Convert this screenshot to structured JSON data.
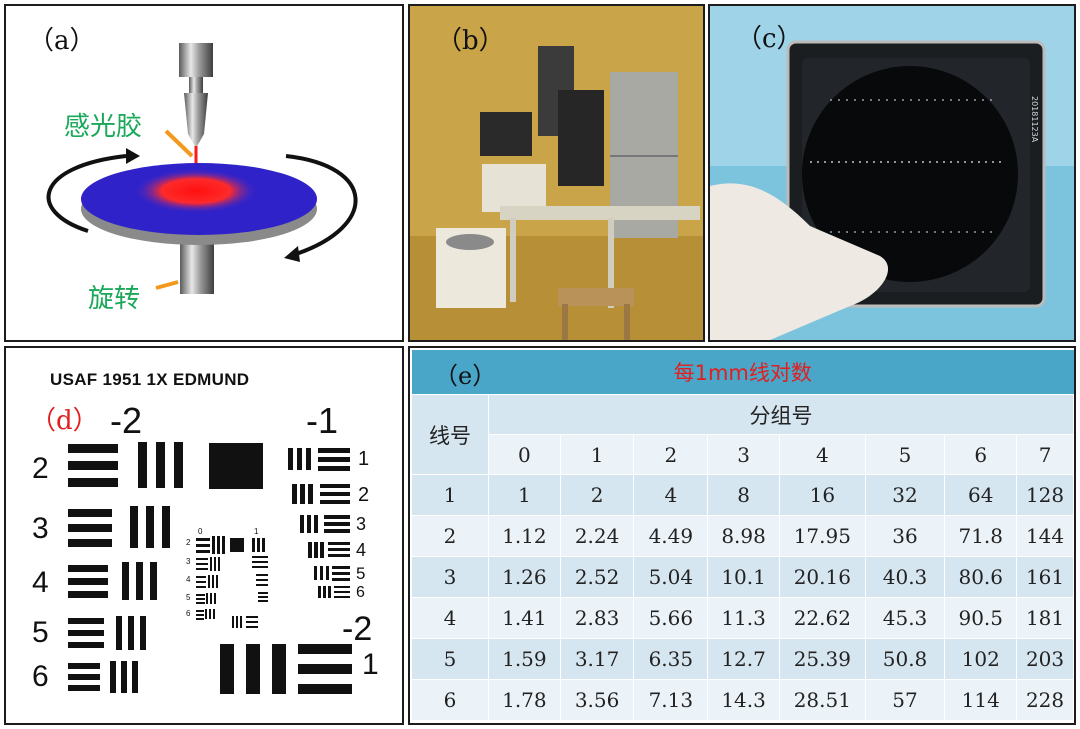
{
  "panels": {
    "a": {
      "label": "（a）",
      "photoresist": "感光胶",
      "rotation": "旋转"
    },
    "b": {
      "label": "（b）"
    },
    "c": {
      "label": "（c）",
      "wafer_text": "20181123A"
    },
    "d": {
      "label": "（d）",
      "title": "USAF 1951 1X EDMUND",
      "group_neg2": "-2",
      "group_neg1": "-1",
      "group_neg2_small": "-2",
      "left_elements": [
        "2",
        "3",
        "4",
        "5",
        "6"
      ],
      "right_elements": [
        "1",
        "2",
        "3",
        "4",
        "5",
        "6"
      ],
      "element_1_bottom": "1",
      "inner_left": [
        "2",
        "3",
        "4",
        "5",
        "6"
      ],
      "inner_top": [
        "0",
        "1"
      ]
    },
    "e": {
      "label": "（e）",
      "title": "每1mm线对数",
      "row_header": "线号",
      "group_header": "分组号",
      "groups": [
        "0",
        "1",
        "2",
        "3",
        "4",
        "5",
        "6",
        "7"
      ],
      "rows": [
        {
          "line": "1",
          "values": [
            "1",
            "2",
            "4",
            "8",
            "16",
            "32",
            "64",
            "128"
          ]
        },
        {
          "line": "2",
          "values": [
            "1.12",
            "2.24",
            "4.49",
            "8.98",
            "17.95",
            "36",
            "71.8",
            "144"
          ]
        },
        {
          "line": "3",
          "values": [
            "1.26",
            "2.52",
            "5.04",
            "10.1",
            "20.16",
            "40.3",
            "80.6",
            "161"
          ]
        },
        {
          "line": "4",
          "values": [
            "1.41",
            "2.83",
            "5.66",
            "11.3",
            "22.62",
            "45.3",
            "90.5",
            "181"
          ]
        },
        {
          "line": "5",
          "values": [
            "1.59",
            "3.17",
            "6.35",
            "12.7",
            "25.39",
            "50.8",
            "102",
            "203"
          ]
        },
        {
          "line": "6",
          "values": [
            "1.78",
            "3.56",
            "7.13",
            "14.3",
            "28.51",
            "57",
            "114",
            "228"
          ]
        }
      ]
    }
  },
  "colors": {
    "label_red": "#e02020",
    "annotation_green": "#1aa85a",
    "table_header": "#4aa6c8",
    "title_red": "#e02020"
  }
}
